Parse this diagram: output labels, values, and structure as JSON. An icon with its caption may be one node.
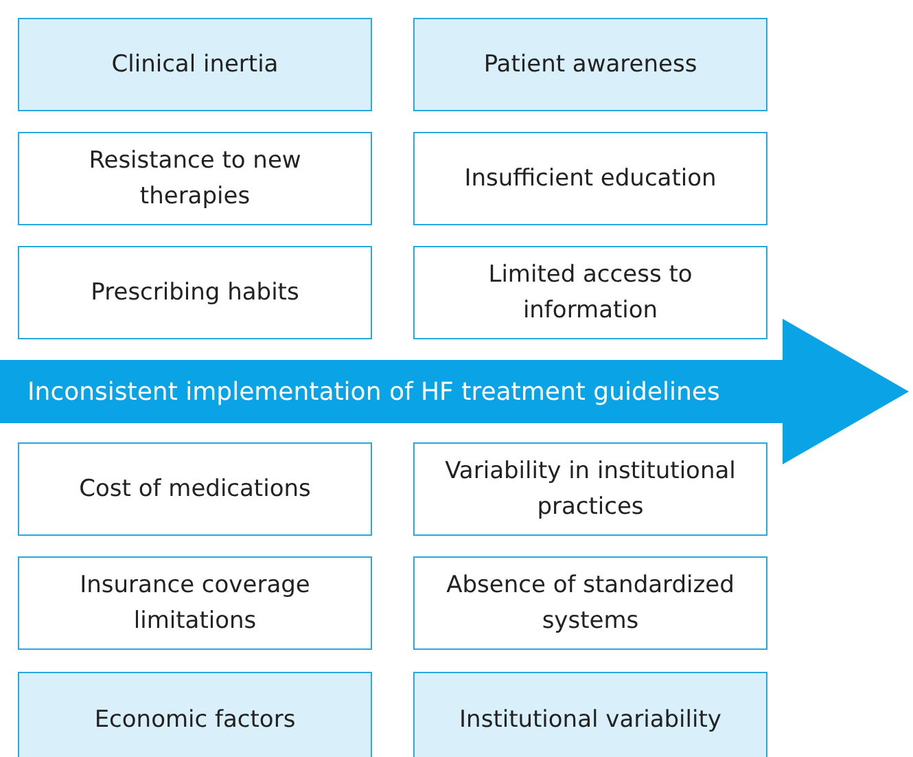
{
  "diagram": {
    "nodes": [
      {
        "text": [
          "Clinical inertia"
        ]
      },
      {
        "text": [
          "Patient awareness"
        ]
      },
      {
        "text": [
          "Resistance to new therapies"
        ]
      },
      {
        "text": [
          "Insufficient education"
        ]
      },
      {
        "text": [
          "Prescribing habits"
        ]
      },
      {
        "text": [
          "Limited access to information"
        ]
      },
      {
        "text": [
          "Inconsistent implementation of HF treatment guidelines"
        ]
      },
      {
        "text": [
          "Cost of medications"
        ]
      },
      {
        "text": [
          "Variability in institutional practices"
        ]
      },
      {
        "text": [
          "Insurance coverage limitations"
        ]
      },
      {
        "text": [
          "Absence of standardized systems"
        ]
      },
      {
        "text": [
          "Economic factors"
        ]
      },
      {
        "text": [
          "Institutional variability"
        ]
      }
    ],
    "edges": []
  }
}
